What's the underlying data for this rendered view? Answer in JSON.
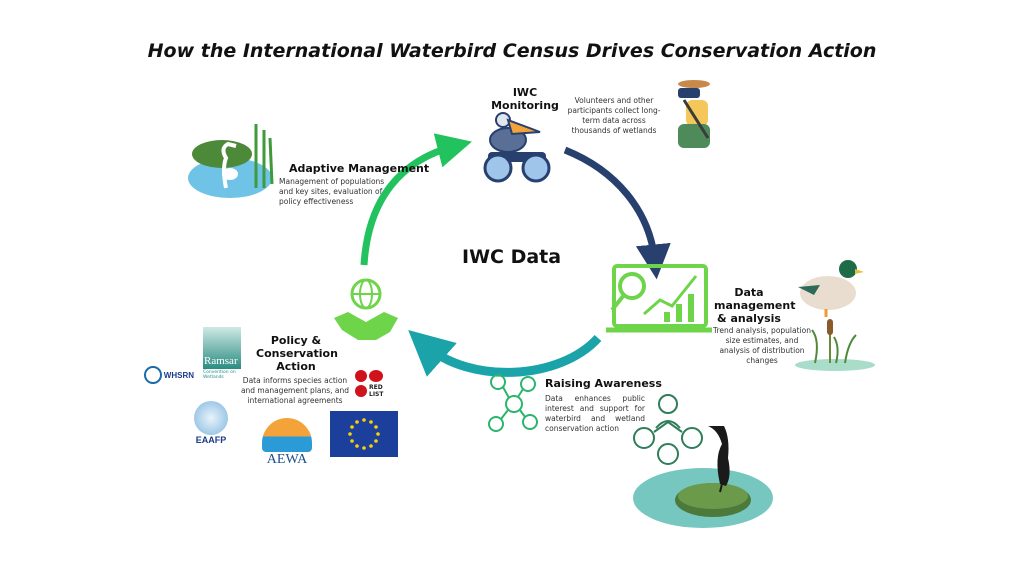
{
  "title": "How the International Waterbird Census Drives Conservation Action",
  "center_label": "IWC Data",
  "stages": [
    {
      "heading": "IWC Monitoring",
      "description": "Volunteers and other participants collect long-term data across thousands of wetlands"
    },
    {
      "heading": "Data management & analysis",
      "description": "Trend analysis, population size estimates, and analysis of distribution changes"
    },
    {
      "heading": "Raising Awareness",
      "description": "Data enhances public interest and support for waterbird and wetland conservation action"
    },
    {
      "heading": "Policy & Conservation Action",
      "description": "Data informs species action and management plans, and international agreements"
    },
    {
      "heading": "Adaptive Management",
      "description": "Management of populations and key sites, evaluation of policy effectiveness"
    }
  ],
  "logos": {
    "ramsar": "Ramsar",
    "ramsar_sub": "Convention on Wetlands",
    "whsrn": "WHSRN",
    "redlist": "RED LIST",
    "eaafp": "EAAFP",
    "aewa": "AEWA"
  },
  "colors": {
    "green": "#22c35e",
    "navy": "#27406e",
    "teal": "#1aa3a8",
    "lightgreen": "#6ed44a"
  }
}
